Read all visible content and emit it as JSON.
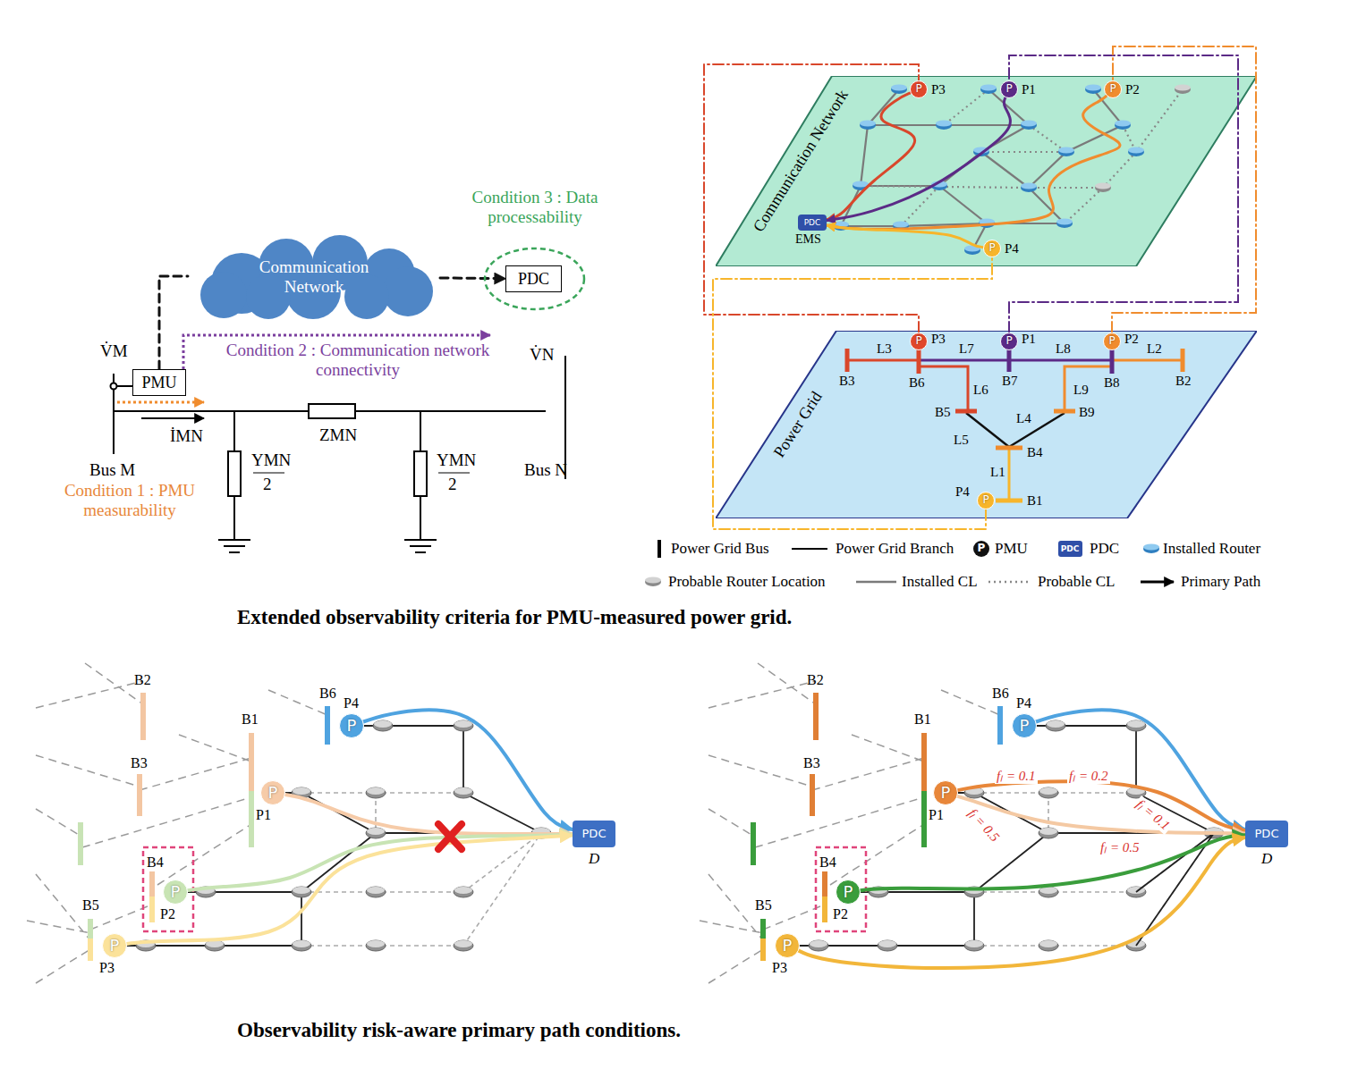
{
  "diagram": {
    "title": "Extended observability criteria for PMU-measured power grid.",
    "caption": "Observability risk-aware primary path conditions.",
    "nodes": [
      {
        "text": [
          "Communication Network"
        ]
      },
      {
        "text": [
          "Condition 3 : Data processability"
        ]
      },
      {
        "text": [
          "PDC"
        ],
        "in": 1
      },
      {
        "text": [
          "PMU"
        ]
      },
      {
        "text": [
          "Communication Network"
        ]
      },
      {
        "text": [
          "P",
          "P3"
        ],
        "in": 4
      },
      {
        "text": [
          "P",
          "P1"
        ],
        "in": 4
      },
      {
        "text": [
          "P",
          "P2"
        ],
        "in": 4
      },
      {
        "text": [
          "PDC",
          "EMS"
        ],
        "in": 4
      },
      {
        "text": [
          "P",
          "P4"
        ],
        "in": 4
      },
      {
        "text": [
          "Power Grid"
        ]
      },
      {
        "text": [
          "P",
          "P3"
        ],
        "in": 10
      },
      {
        "text": [
          "P",
          "P1"
        ],
        "in": 10
      },
      {
        "text": [
          "P",
          "P2"
        ],
        "in": 10
      },
      {
        "text": [
          "P",
          "P4"
        ],
        "in": 10
      },
      {
        "text": [
          "P",
          "P4"
        ]
      },
      {
        "text": [
          "P",
          "P1"
        ]
      },
      {
        "text": [
          "P",
          "P2"
        ]
      },
      {
        "text": [
          "P",
          "P3"
        ]
      },
      {
        "text": [
          "PDC",
          "D"
        ]
      },
      {
        "text": [
          "P",
          "P4"
        ]
      },
      {
        "text": [
          "P",
          "P1"
        ]
      },
      {
        "text": [
          "P",
          "P2"
        ]
      },
      {
        "text": [
          "P",
          "P3"
        ]
      },
      {
        "text": [
          "PDC",
          "D"
        ]
      }
    ],
    "edges": [
      {
        "from": 3,
        "to": 0,
        "arrow": "none"
      },
      {
        "from": 0,
        "to": 2,
        "arrow": "to"
      },
      {
        "from": 5,
        "to": 8,
        "arrow": "to"
      },
      {
        "from": 6,
        "to": 8,
        "arrow": "to"
      },
      {
        "from": 7,
        "to": 8,
        "arrow": "to"
      },
      {
        "from": 9,
        "to": 8,
        "arrow": "to"
      },
      {
        "from": 11,
        "to": 5,
        "arrow": "none"
      },
      {
        "from": 12,
        "to": 6,
        "arrow": "none"
      },
      {
        "from": 13,
        "to": 7,
        "arrow": "none"
      },
      {
        "from": 14,
        "to": 9,
        "arrow": "none"
      },
      {
        "from": 15,
        "to": 19,
        "arrow": "to"
      },
      {
        "from": 16,
        "to": 19,
        "arrow": "to"
      },
      {
        "from": 17,
        "to": 19,
        "arrow": "to"
      },
      {
        "from": 18,
        "to": 19,
        "arrow": "to"
      },
      {
        "from": 20,
        "to": 24,
        "arrow": "to"
      },
      {
        "from": 21,
        "to": 24,
        "arrow": "to"
      },
      {
        "from": 21,
        "to": 24,
        "arrow": "to"
      },
      {
        "from": 22,
        "to": 24,
        "arrow": "to"
      },
      {
        "from": 23,
        "to": 24,
        "arrow": "to"
      }
    ],
    "labels": [
      "V̇M",
      "Condition 2 : Communication network connectivity",
      "V̇N",
      "İMN",
      "ZMN",
      "YMN",
      "2",
      "YMN",
      "2",
      "Bus M",
      "Condition 1 : PMU measurability",
      "Bus N",
      "L3",
      "L7",
      "L8",
      "L2",
      "B3",
      "B6",
      "B7",
      "B8",
      "B2",
      "L6",
      "L9",
      "B5",
      "B9",
      "L5",
      "L4",
      "B4",
      "L1",
      "B1",
      "P",
      "PDC",
      "B2",
      "B6",
      "B1",
      "B3",
      "B4",
      "B5",
      "B2",
      "B6",
      "B1",
      "B3",
      "B4",
      "B5",
      "fₗ = 0.1",
      "fₗ = 0.2",
      "fₗ = 0.1",
      "fₗ = 0.5",
      "fₗ = 0.5"
    ],
    "legend": [
      {
        "text": "Power Grid Bus"
      },
      {
        "text": "Power Grid Branch"
      },
      {
        "text": "PMU"
      },
      {
        "text": "PDC"
      },
      {
        "text": "Installed Router"
      },
      {
        "text": "Probable Router Location"
      },
      {
        "text": "Installed CL"
      },
      {
        "text": "Probable CL"
      },
      {
        "text": "Primary Path"
      }
    ]
  }
}
